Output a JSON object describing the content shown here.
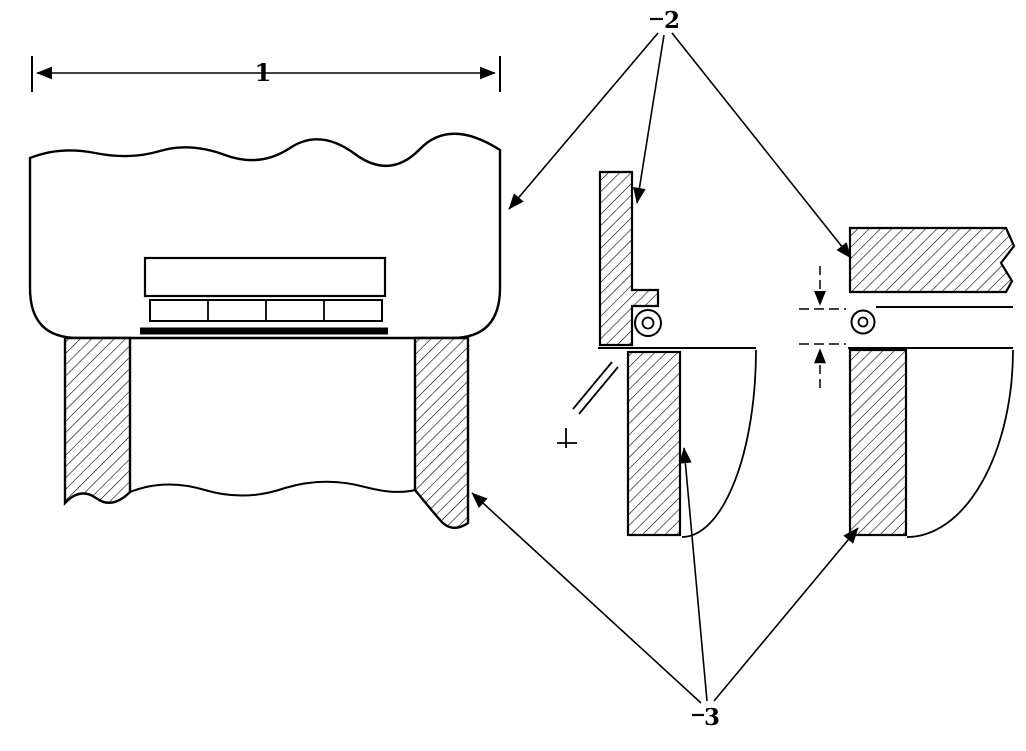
{
  "figure": {
    "background_color": "#ffffff",
    "line_color": "#000000",
    "callouts": {
      "width_dimension": "1",
      "upper_detail": "2",
      "lower_detail": "3"
    }
  }
}
